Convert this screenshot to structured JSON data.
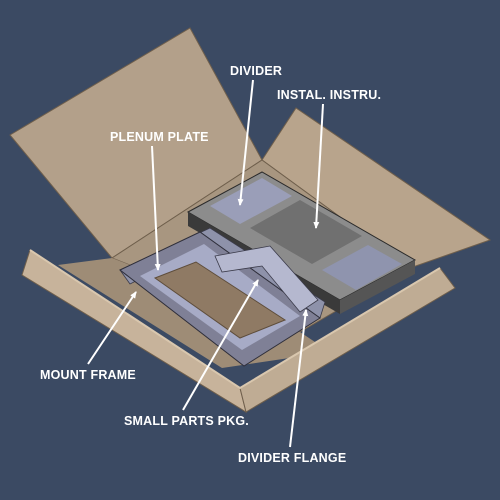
{
  "labels": {
    "divider": "DIVIDER",
    "instal_instru": "INSTAL. INSTRU.",
    "plenum_plate": "PLENUM PLATE",
    "mount_frame": "MOUNT FRAME",
    "small_parts": "SMALL PARTS PKG.",
    "divider_flange": "DIVIDER FLANGE"
  },
  "colors": {
    "background": "#3b4a63",
    "cardboard": "#b8a48c",
    "callout_text": "#ffffff"
  }
}
